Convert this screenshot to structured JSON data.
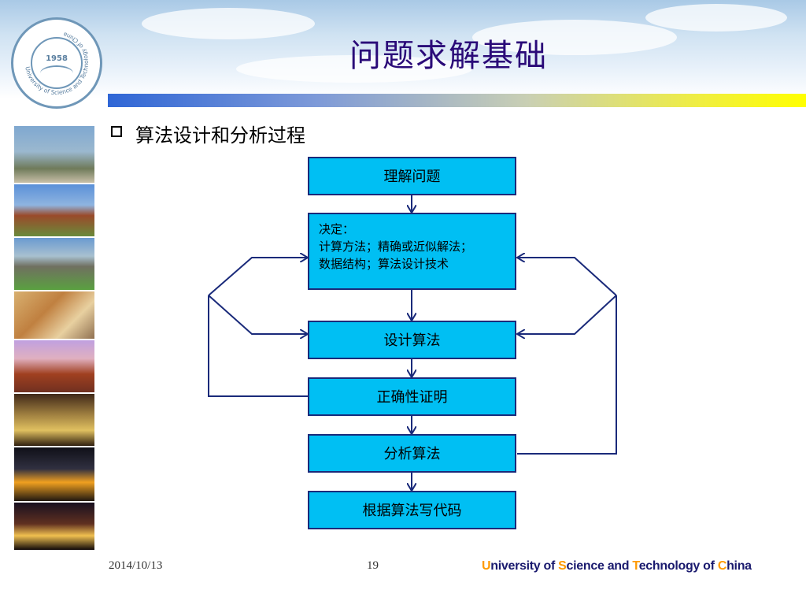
{
  "slide": {
    "title": "问题求解基础",
    "bullet": "算法设计和分析过程",
    "date": "2014/10/13",
    "page_number": "19",
    "colors": {
      "title": "#2a0a78",
      "box_fill": "#00bff3",
      "box_border": "#1a2a7a",
      "arrow": "#1a2a7a"
    }
  },
  "logo": {
    "year": "1958",
    "ring_text": "University of Science and Technology of China"
  },
  "flowchart": {
    "nodes": [
      {
        "id": "understand",
        "label": "理解问题"
      },
      {
        "id": "decide",
        "lines": [
          "决定：",
          "计算方法；精确或近似解法；",
          "数据结构；算法设计技术"
        ]
      },
      {
        "id": "design",
        "label": "设计算法"
      },
      {
        "id": "prove",
        "label": "正确性证明"
      },
      {
        "id": "analyze",
        "label": "分析算法"
      },
      {
        "id": "code",
        "label": "根据算法写代码"
      }
    ]
  },
  "footer": {
    "brand_parts": [
      {
        "text": "U",
        "highlight": true
      },
      {
        "text": "niversity of ",
        "highlight": false
      },
      {
        "text": "S",
        "highlight": true
      },
      {
        "text": "cience and ",
        "highlight": false
      },
      {
        "text": "T",
        "highlight": true
      },
      {
        "text": "echnology of ",
        "highlight": false
      },
      {
        "text": "C",
        "highlight": true
      },
      {
        "text": "hina",
        "highlight": false
      }
    ]
  }
}
